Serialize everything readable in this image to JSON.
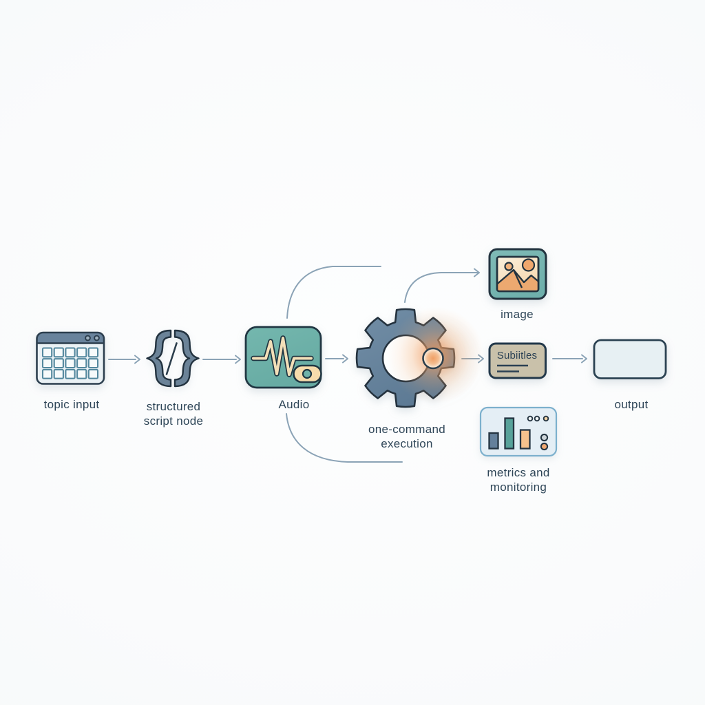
{
  "diagram": {
    "title": "video generation pipeline flowchart",
    "background_color": "#f9fafb",
    "connector_color": "#8ba3b6",
    "label_color": "#2e4557",
    "nodes": {
      "topic_input": {
        "label": "topic input",
        "icon": "table-window-icon",
        "colors": {
          "header": "#69839c",
          "body": "#edf3f7",
          "grid": "#54889e",
          "outline": "#2c3e4e"
        }
      },
      "structured_script": {
        "label": "structured script node",
        "label_line1": "structured",
        "label_line2": "script node",
        "icon": "code-braces-icon",
        "colors": {
          "fill": "#6b8398",
          "outline": "#22323f"
        }
      },
      "audio": {
        "label": "Audio",
        "icon": "waveform-icon",
        "colors": {
          "fill": "#6fb2aa",
          "wave": "#f3dfb8",
          "pill": "#f6dbab",
          "outline": "#203642"
        }
      },
      "one_command_execution": {
        "label": "one-command execution",
        "label_line1": "one-command",
        "label_line2": "execution",
        "icon": "gear-icon",
        "colors": {
          "fill": "#64809b",
          "outline": "#24323e",
          "glow": "#ef9e63",
          "hub": "#ffffff"
        }
      },
      "image": {
        "label": "image",
        "icon": "picture-icon",
        "colors": {
          "frame": "#7ab7b2",
          "sky": "#f9efdd",
          "mountain": "#eca970",
          "outline": "#22333f"
        }
      },
      "subtitles": {
        "label": "Subiitles",
        "icon": "subtitles-card-icon",
        "colors": {
          "fill": "#c9c1aa",
          "outline": "#22384a"
        }
      },
      "metrics": {
        "label": "metrics and monitoring",
        "label_line1": "metrics and",
        "label_line2": "monitoring",
        "icon": "bar-chart-panel-icon",
        "colors": {
          "fill": "#e4eef5",
          "border": "#7cb0cd",
          "bar1": "#64809b",
          "bar2": "#58a29a",
          "bar3": "#f5c28d"
        }
      },
      "output": {
        "label": "output",
        "icon": "blank-card-icon",
        "colors": {
          "fill": "#e7f0f3",
          "outline": "#2b4252"
        }
      }
    }
  }
}
